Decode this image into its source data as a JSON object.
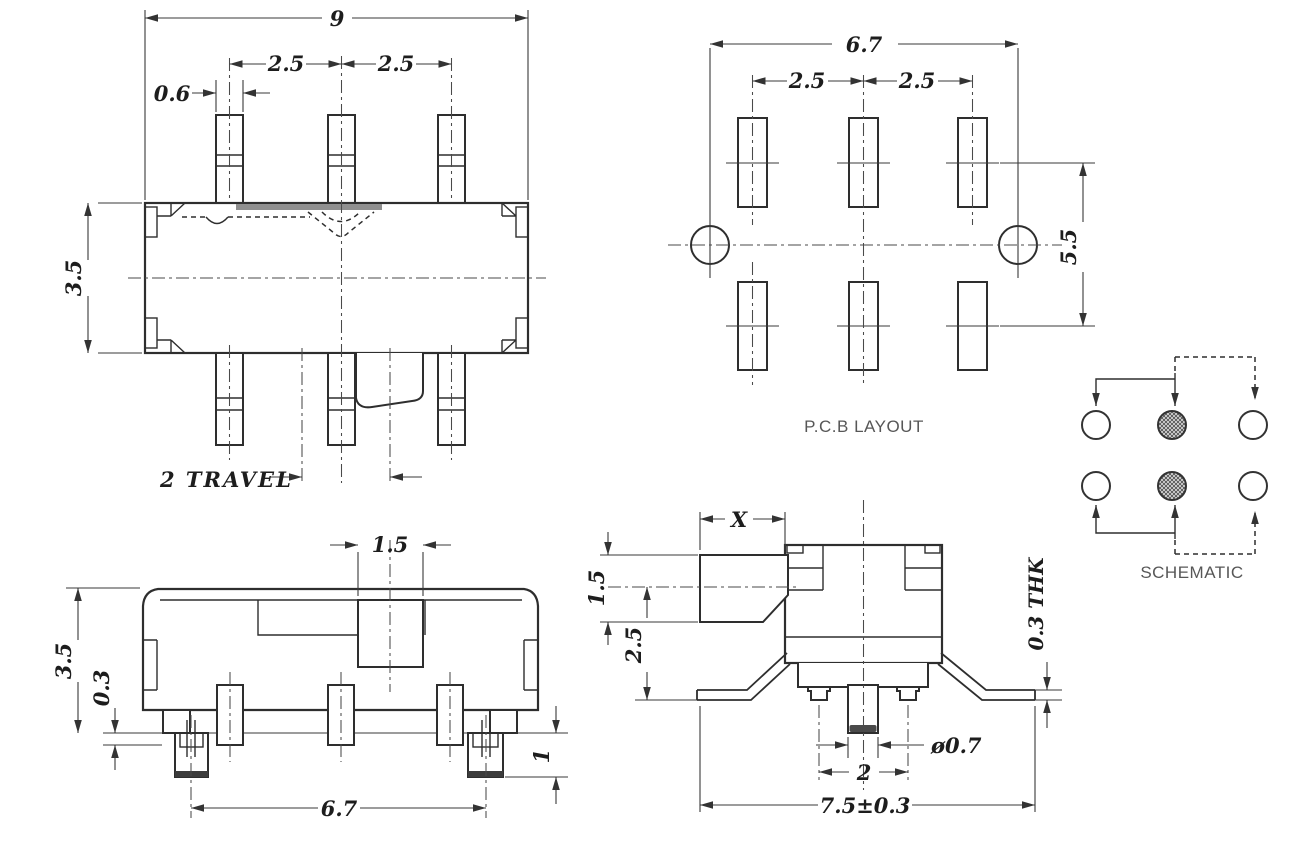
{
  "canvas": {
    "background": "#ffffff",
    "line_color": "#2e2e2e",
    "dimension_color": "#3a3a3a",
    "text_color": "#1d1d1d",
    "title_color": "#575757",
    "thick_bar_color": "#8f8f8f",
    "solder_cap_color": "#4a4a4a"
  },
  "top_view": {
    "dim_width": "9",
    "dim_pitch_left": "2.5",
    "dim_pitch_right": "2.5",
    "dim_pin_width": "0.6",
    "dim_height": "3.5",
    "dim_travel": "2 TRAVEL"
  },
  "pcb_view": {
    "title": "P.C.B LAYOUT",
    "dim_width": "6.7",
    "dim_pitch_left": "2.5",
    "dim_pitch_right": "2.5",
    "dim_height": "5.5"
  },
  "schematic_view": {
    "title": "SCHEMATIC"
  },
  "front_view": {
    "dim_knob_width": "1.5",
    "dim_height": "3.5",
    "dim_standoff": "0.3",
    "dim_post_span": "6.7",
    "dim_post_height": "1"
  },
  "end_view": {
    "dim_knob_length": "X",
    "dim_knob_height": "1.5",
    "dim_body_height": "2.5",
    "dim_pin_diameter": "ø0.7",
    "dim_pin_span": "2",
    "dim_overall_width": "7.5±0.3",
    "dim_thickness": "0.3 THK"
  }
}
